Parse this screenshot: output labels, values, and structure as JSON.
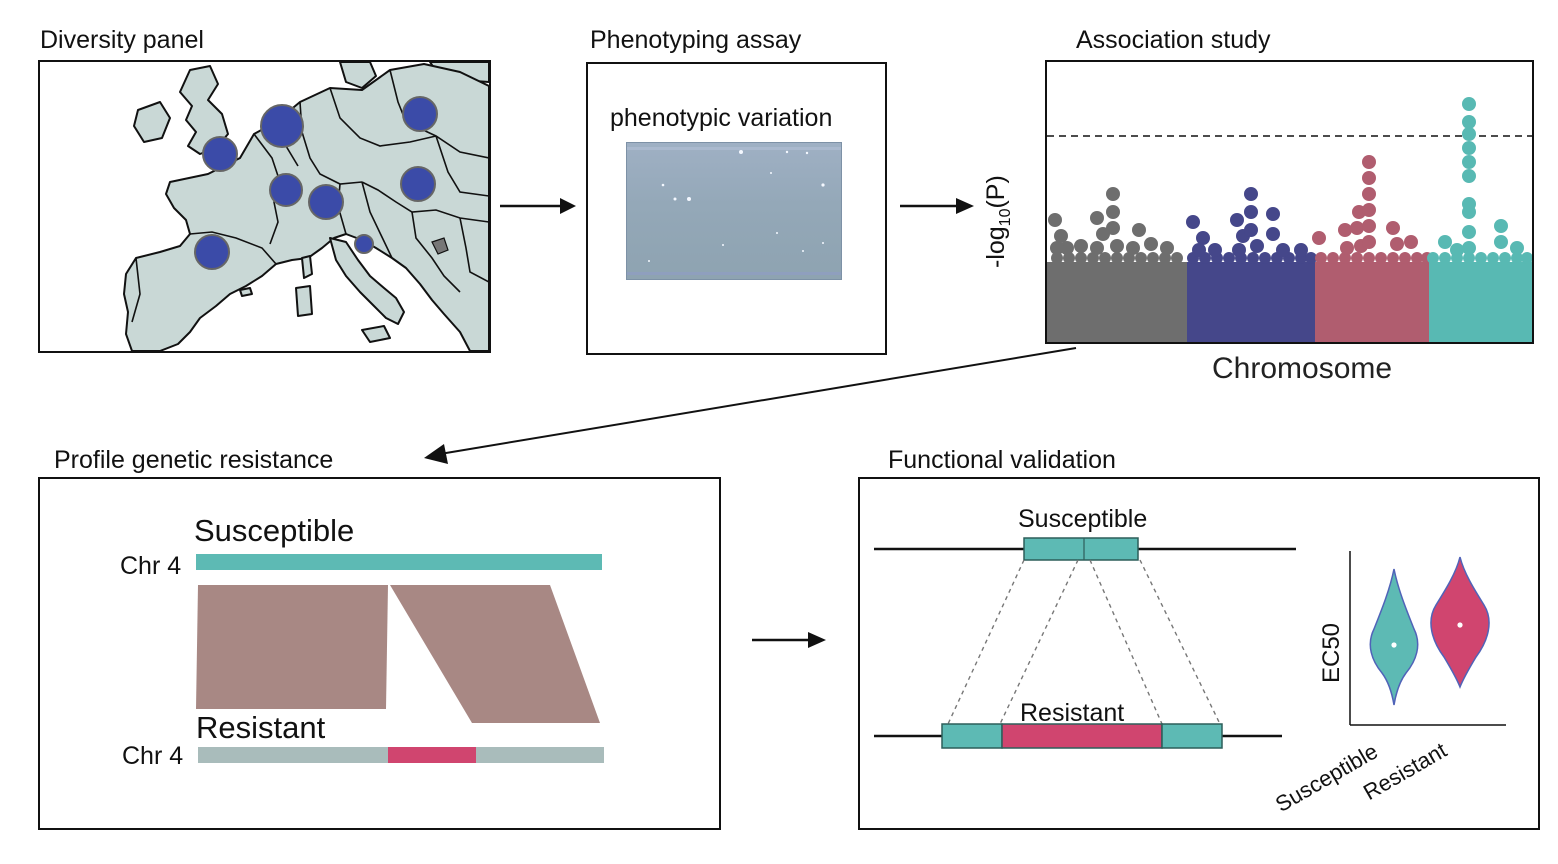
{
  "panels": {
    "diversity": {
      "title": "Diversity panel"
    },
    "phenotyping": {
      "title": "Phenotyping assay",
      "caption": "phenotypic variation"
    },
    "association": {
      "title": "Association study",
      "ylabel_main": "-log",
      "ylabel_sub": "10",
      "ylabel_tail": "(P)",
      "xlabel": "Chromosome"
    },
    "profile": {
      "title": "Profile genetic resistance",
      "top_label": "Susceptible",
      "bottom_label": "Resistant",
      "chr_top": "Chr 4",
      "chr_bottom": "Chr 4"
    },
    "functional": {
      "title": "Functional validation",
      "top_label": "Susceptible",
      "bottom_label": "Resistant",
      "ylabel": "EC50",
      "categories": [
        "Susceptible",
        "Resistant"
      ]
    }
  },
  "colors": {
    "map_land": "#c9d8d6",
    "dot": "#3b4ba8",
    "chrom1": "#6e6e6e",
    "chrom2": "#45478a",
    "chrom3": "#b05d6f",
    "chrom4": "#58b9b3",
    "teal": "#5dbab4",
    "pink": "#d0456f",
    "synteny": "#a88884",
    "grey_bar": "#a9bcbb"
  }
}
